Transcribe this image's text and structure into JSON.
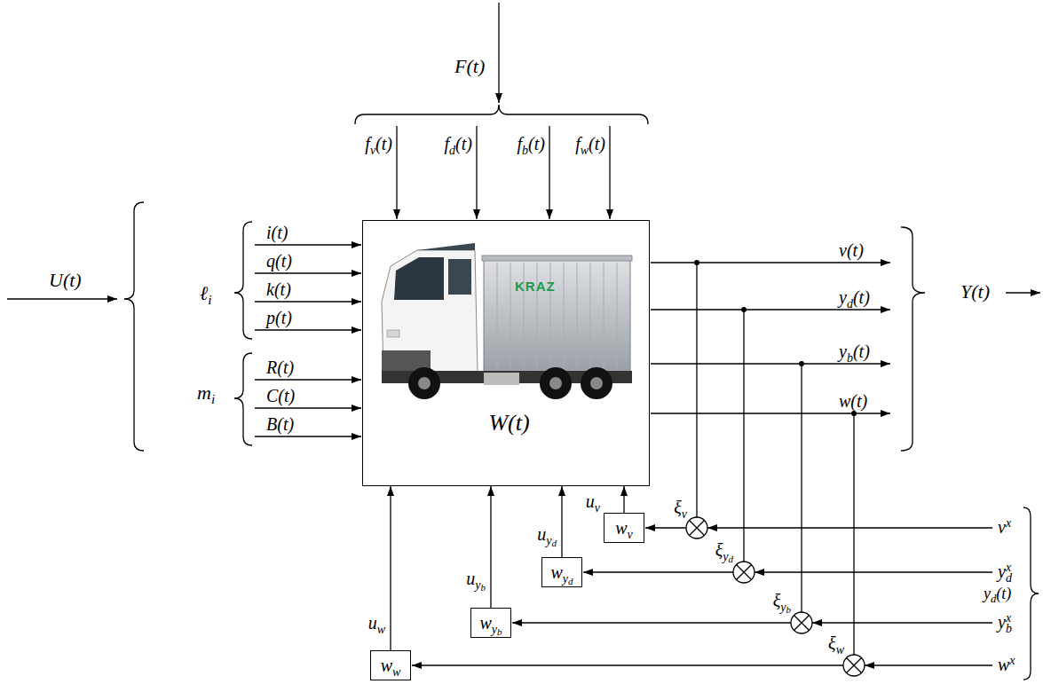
{
  "diagram": {
    "nodes": [
      {
        "text": [
          "W(t)"
        ]
      },
      {
        "text": [
          "wv"
        ]
      },
      {
        "text": [
          "wyd"
        ]
      },
      {
        "text": [
          "wyb"
        ]
      },
      {
        "text": [
          "ww"
        ]
      }
    ],
    "edges": [
      {
        "from": 1,
        "to": 0,
        "arrow": "to",
        "label": "uv"
      },
      {
        "from": 2,
        "to": 0,
        "arrow": "to",
        "label": "uyd"
      },
      {
        "from": 3,
        "to": 0,
        "arrow": "to",
        "label": "uyb"
      },
      {
        "from": 4,
        "to": 0,
        "arrow": "to",
        "label": "uw"
      }
    ],
    "labels": [
      "F(t)",
      "fv(t)",
      "fd(t)",
      "fb(t)",
      "fw(t)",
      "U(t)",
      "ℓi",
      "i(t)",
      "q(t)",
      "k(t)",
      "p(t)",
      "mi",
      "R(t)",
      "C(t)",
      "B(t)",
      "KRAZ",
      "v(t)",
      "yd(t)",
      "yb(t)",
      "w(t)",
      "Y(t)",
      "ξv",
      "ξyd",
      "ξyb",
      "ξw",
      "vx",
      "ydx",
      "ybx",
      "wx",
      "yd(t)"
    ]
  }
}
